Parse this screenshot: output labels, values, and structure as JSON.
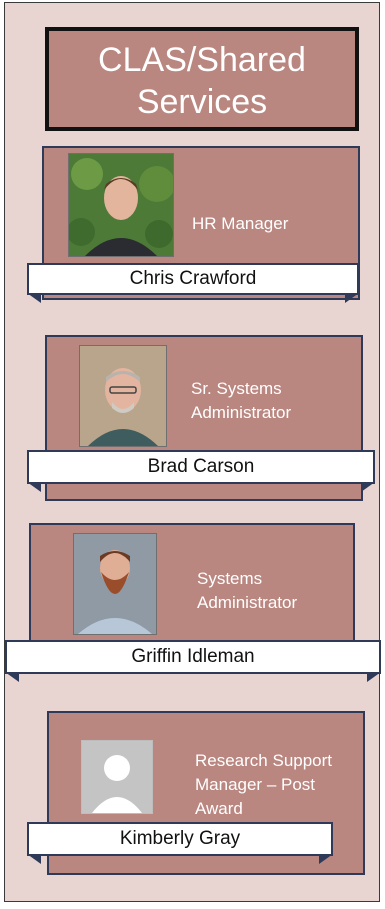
{
  "title": {
    "line1": "CLAS/Shared",
    "line2": "Services"
  },
  "people": [
    {
      "name": "Chris Crawford",
      "role_lines": [
        "HR Manager"
      ],
      "photo": "photo-portrait"
    },
    {
      "name": "Brad Carson",
      "role_lines": [
        "Sr. Systems",
        "Administrator"
      ],
      "photo": "photo-portrait"
    },
    {
      "name": "Griffin Idleman",
      "role_lines": [
        "Systems",
        "Administrator"
      ],
      "photo": "photo-portrait"
    },
    {
      "name": "Kimberly Gray",
      "role_lines": [
        "Research Support",
        "Manager – Post",
        "Award"
      ],
      "photo": "default-avatar-icon"
    }
  ],
  "colors": {
    "panel_bg": "#e8d5d2",
    "box_fill": "#b98680",
    "box_border": "#2e3a57",
    "title_border": "#111111",
    "text_light": "#ffffff"
  }
}
